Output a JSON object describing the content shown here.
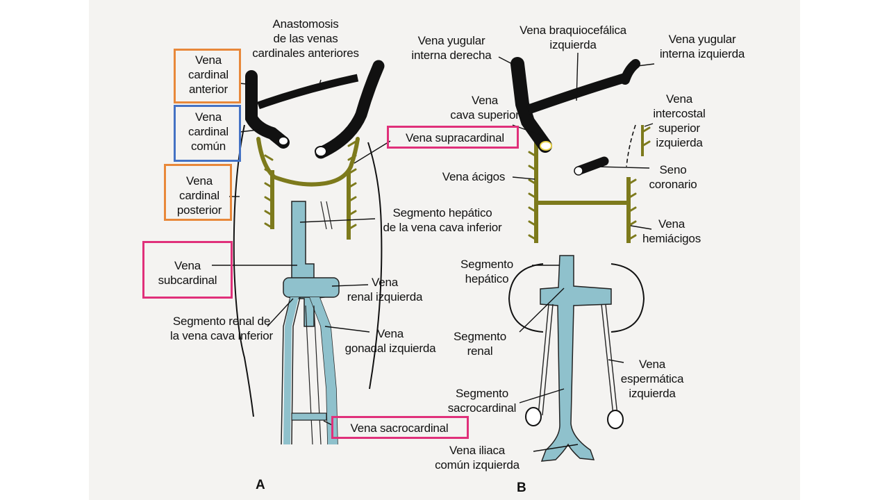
{
  "colors": {
    "figure_background": "#f4f3f1",
    "vein_dark": "#111111",
    "vein_olive": "#7d7a1c",
    "vein_blue": "#8fc1cc",
    "box_orange": "#e8883a",
    "box_blue": "#4472c4",
    "box_pink": "#e0307a"
  },
  "panels": {
    "a": "A",
    "b": "B"
  },
  "labels": {
    "anastomosis": [
      "Anastomosis",
      "de las venas",
      "cardinales anteriores"
    ],
    "cardinal_anterior": [
      "Vena",
      "cardinal",
      "anterior"
    ],
    "cardinal_comun": [
      "Vena",
      "cardinal",
      "común"
    ],
    "cardinal_posterior": [
      "Vena",
      "cardinal",
      "posterior"
    ],
    "subcardinal": [
      "Vena",
      "subcardinal"
    ],
    "segmento_renal_vci": [
      "Segmento renal de",
      "la vena cava inferior"
    ],
    "segmento_hepatico_vci": [
      "Segmento hepático",
      "de la vena cava inferior"
    ],
    "renal_izquierda": [
      "Vena",
      "renal izquierda"
    ],
    "gonadal_izquierda": [
      "Vena",
      "gonadal izquierda"
    ],
    "sacrocardinal": [
      "Vena sacrocardinal"
    ],
    "supracardinal": [
      "Vena supracardinal"
    ],
    "yugular_interna_derecha": [
      "Vena yugular",
      "interna derecha"
    ],
    "braquiocefalica_izquierda": [
      "Vena braquiocefálica",
      "izquierda"
    ],
    "yugular_interna_izquierda": [
      "Vena yugular",
      "interna izquierda"
    ],
    "cava_superior": [
      "Vena",
      "cava superior"
    ],
    "intercostal_superior_izquierda": [
      "Vena",
      "intercostal",
      "superior",
      "izquierda"
    ],
    "acigos": [
      "Vena ácigos"
    ],
    "seno_coronario": [
      "Seno",
      "coronario"
    ],
    "hemiacigos": [
      "Vena",
      "hemiácigos"
    ],
    "segmento_hepatico": [
      "Segmento",
      "hepático"
    ],
    "segmento_renal": [
      "Segmento",
      "renal"
    ],
    "espermatica_izquierda": [
      "Vena",
      "espermática",
      "izquierda"
    ],
    "segmento_sacrocardinal": [
      "Segmento",
      "sacrocardinal"
    ],
    "iliaca_comun_izquierda": [
      "Vena iliaca",
      "común izquierda"
    ]
  }
}
